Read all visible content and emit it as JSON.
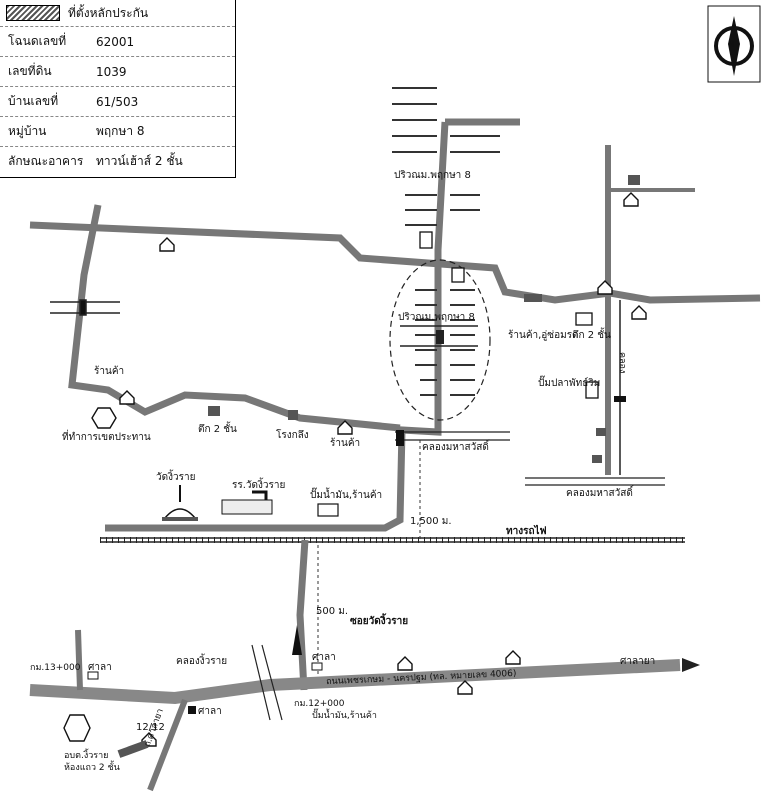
{
  "legend": {
    "title": "ที่ตั้งหลักประกัน",
    "rows": [
      {
        "key": "โฉนดเลขที่",
        "value": "62001"
      },
      {
        "key": "เลขที่ดิน",
        "value": "1039"
      },
      {
        "key": "บ้านเลขที่",
        "value": "61/503"
      },
      {
        "key": "หมู่บ้าน",
        "value": "พฤกษา 8"
      },
      {
        "key": "ลักษณะอาคาร",
        "value": "ทาวน์เฮ้าส์ 2 ชั้น"
      }
    ]
  },
  "compass": {
    "letter": "N",
    "icon": "north-arrow-icon"
  },
  "labels": {
    "pruksa_top": "ปริวณม.พฤกษา 8",
    "pruksa_mid": "ปริวณม.พฤกษา 8",
    "shop_left": "ร้านค้า",
    "district_office": "ที่ทำการเขตประทาน",
    "two_storey": "ตึก 2 ชั้น",
    "factory": "โรงกลึง",
    "shop_mid": "ร้านค้า",
    "canal_mahawasadi_upper": "คลองมหาสวัสดิ์",
    "shop_east": "ร้านค้า,อู่ซ่อมรถ",
    "two_storey_east": "ตึก 2 ชั้น",
    "gas_station_east": "ปั๊มปลาพัทธ์ริม",
    "klong_vertical": "คลอง",
    "canal_mahawasadi_lower": "คลองมหาสวัสดิ์",
    "wat": "วัดงิ้วราย",
    "school": "รร.วัดงิ้วราย",
    "gas_station_mid": "ปั๊มน้ำมัน,ร้านค้า",
    "dist_1500": "1,500 ม.",
    "railway": "ทางรถไฟ",
    "dist_500": "500 ม.",
    "soi_wat": "ซอยวัดงิ้วราย",
    "km13": "กม.13+000",
    "sala1": "ศาลา",
    "khlong_ngiw": "คลองงิ้วราย",
    "sala2": "ศาลา",
    "km12": "กม.12+000",
    "gas_station_south": "ปั๊มน้ำมัน,ร้านค้า",
    "sala3": "ศาลา",
    "seven_eleven": "12/12",
    "district": "อบต.งิ้วราย",
    "shophouse": "ห้องแถว 2 ชั้น",
    "road_south": "ถ.ศาลายา",
    "highway": "ถนนเพชรเกษม - นครปฐม (ทล. หมายเลข 4006)",
    "nakhon_chai_si": "ศาลายา"
  }
}
